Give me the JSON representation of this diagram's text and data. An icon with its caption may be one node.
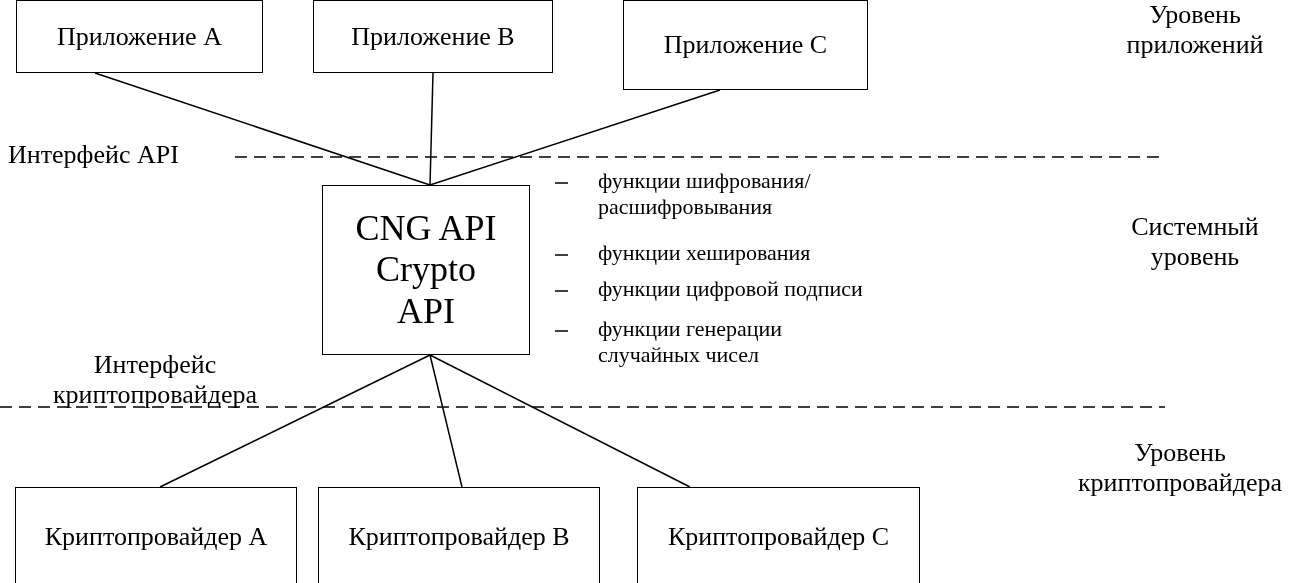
{
  "diagram": {
    "nodes": [
      {
        "text": [
          "Приложение A"
        ]
      },
      {
        "text": [
          "Приложение B"
        ]
      },
      {
        "text": [
          "Приложение C"
        ]
      },
      {
        "text": [
          "CNG API",
          "Crypto API"
        ]
      },
      {
        "text": [
          "Криптопровайдер A"
        ]
      },
      {
        "text": [
          "Криптопровайдер B"
        ]
      },
      {
        "text": [
          "Криптопровайдер C"
        ]
      }
    ],
    "edges": [
      {
        "from": 0,
        "to": 3,
        "arrow": "none"
      },
      {
        "from": 1,
        "to": 3,
        "arrow": "none"
      },
      {
        "from": 2,
        "to": 3,
        "arrow": "none"
      },
      {
        "from": 3,
        "to": 4,
        "arrow": "none"
      },
      {
        "from": 3,
        "to": 5,
        "arrow": "none"
      },
      {
        "from": 3,
        "to": 6,
        "arrow": "none"
      }
    ],
    "labels": [
      "Уровень приложений",
      "Интерфейс API",
      "функции шифрования/ расшифровывания",
      "Системный уровень",
      "функции хеширования",
      "функции цифровой подписи",
      "функции генерации случайных чисел",
      "Интерфейс криптопровайдера",
      "Уровень криптопровайдера"
    ]
  }
}
